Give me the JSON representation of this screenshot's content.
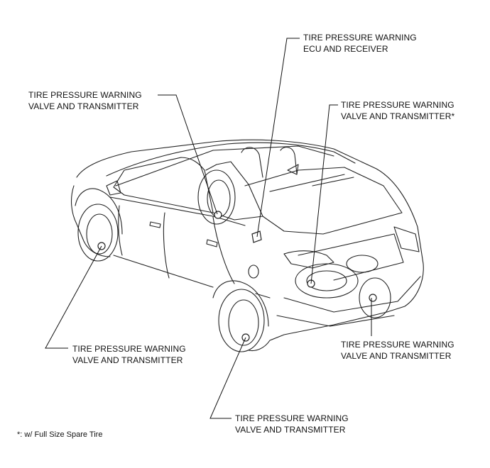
{
  "labels": {
    "ecu": {
      "line1": "TIRE PRESSURE WARNING",
      "line2": "ECU AND RECEIVER"
    },
    "front_left_upper": {
      "line1": "TIRE PRESSURE WARNING",
      "line2": "VALVE AND TRANSMITTER"
    },
    "spare": {
      "line1": "TIRE PRESSURE WARNING",
      "line2": "VALVE AND TRANSMITTER*"
    },
    "front_left": {
      "line1": "TIRE PRESSURE WARNING",
      "line2": "VALVE AND TRANSMITTER"
    },
    "rear_right": {
      "line1": "TIRE PRESSURE WARNING",
      "line2": "VALVE AND TRANSMITTER"
    },
    "rear_left": {
      "line1": "TIRE PRESSURE WARNING",
      "line2": "VALVE AND TRANSMITTER"
    }
  },
  "footnote": "*: w/ Full Size Spare Tire"
}
